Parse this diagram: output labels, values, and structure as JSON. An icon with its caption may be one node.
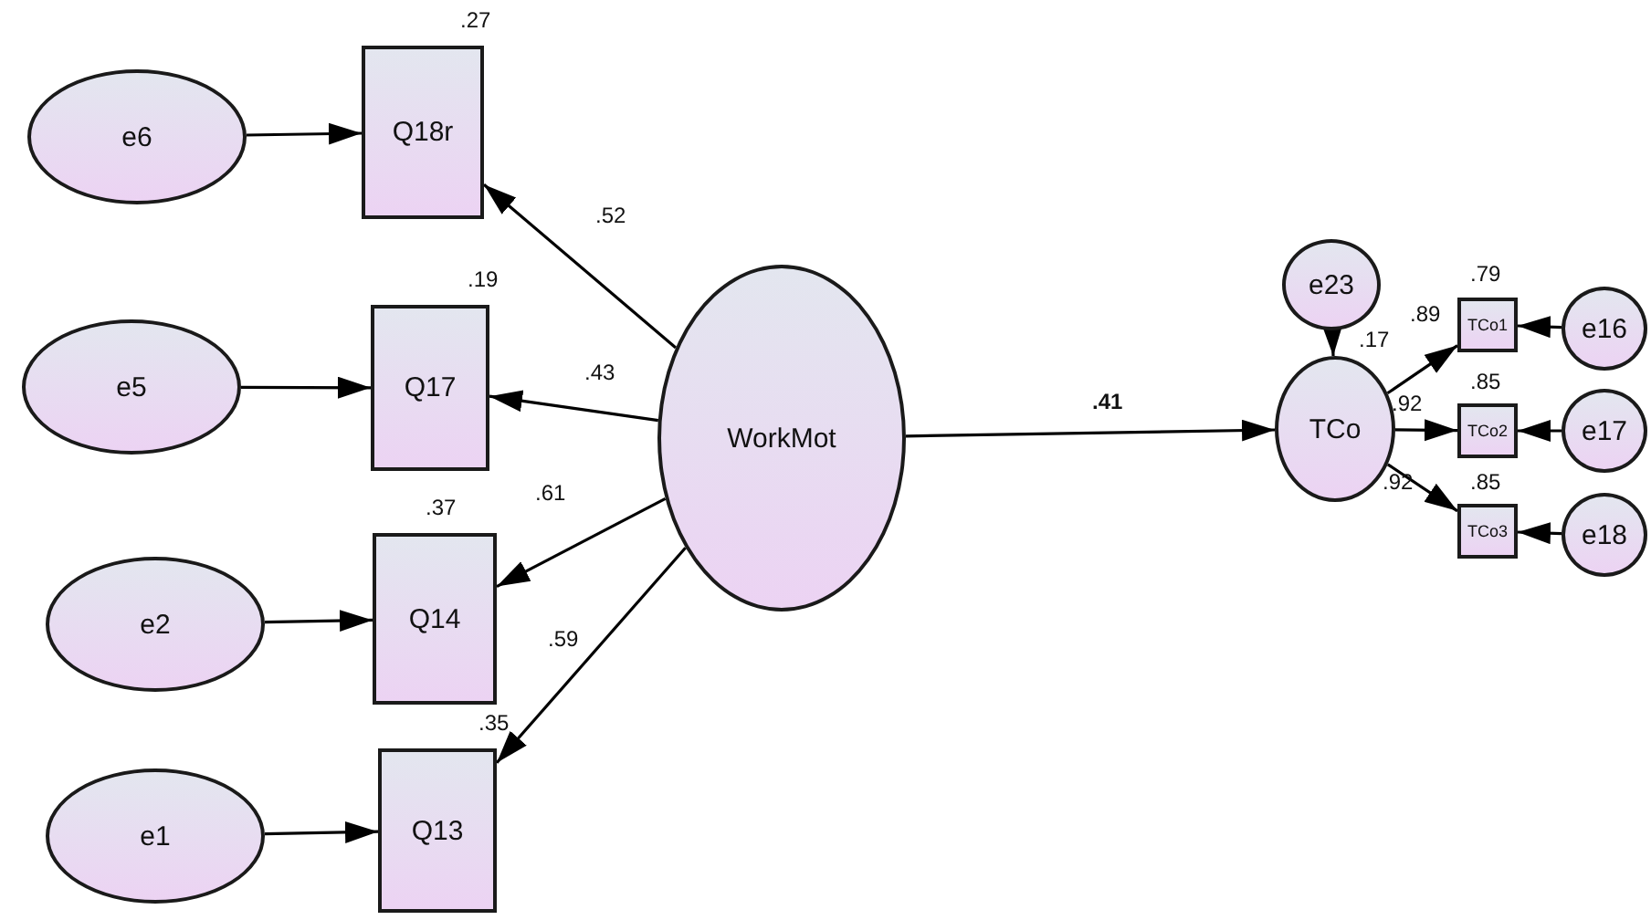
{
  "diagram": {
    "nodes": [
      {
        "text": [
          "e6"
        ]
      },
      {
        "text": [
          "Q18r"
        ],
        "beside": [
          ".27"
        ]
      },
      {
        "text": [
          "e5"
        ]
      },
      {
        "text": [
          "Q17"
        ],
        "beside": [
          ".19"
        ]
      },
      {
        "text": [
          "e2"
        ]
      },
      {
        "text": [
          "Q14"
        ],
        "beside": [
          ".37"
        ]
      },
      {
        "text": [
          "e1"
        ]
      },
      {
        "text": [
          "Q13"
        ],
        "beside": [
          ".35"
        ]
      },
      {
        "text": [
          "WorkMot"
        ]
      },
      {
        "text": [
          "e23"
        ]
      },
      {
        "text": [
          "TCo"
        ],
        "beside": [
          ".17"
        ]
      },
      {
        "text": [
          "TCo1"
        ],
        "beside": [
          ".79"
        ]
      },
      {
        "text": [
          "e16"
        ]
      },
      {
        "text": [
          "TCo2"
        ],
        "beside": [
          ".85"
        ]
      },
      {
        "text": [
          "e17"
        ]
      },
      {
        "text": [
          "TCo3"
        ],
        "beside": [
          ".85"
        ]
      },
      {
        "text": [
          "e18"
        ]
      }
    ],
    "edges": [
      {
        "from": 0,
        "to": 1,
        "arrow": "to"
      },
      {
        "from": 2,
        "to": 3,
        "arrow": "to"
      },
      {
        "from": 4,
        "to": 5,
        "arrow": "to"
      },
      {
        "from": 6,
        "to": 7,
        "arrow": "to"
      },
      {
        "from": 8,
        "to": 1,
        "arrow": "to",
        "label": ".52"
      },
      {
        "from": 8,
        "to": 3,
        "arrow": "to",
        "label": ".43"
      },
      {
        "from": 8,
        "to": 5,
        "arrow": "to",
        "label": ".61"
      },
      {
        "from": 8,
        "to": 7,
        "arrow": "to",
        "label": ".59"
      },
      {
        "from": 8,
        "to": 10,
        "arrow": "to",
        "label": ".41"
      },
      {
        "from": 9,
        "to": 10,
        "arrow": "to"
      },
      {
        "from": 10,
        "to": 11,
        "arrow": "to",
        "label": ".89"
      },
      {
        "from": 10,
        "to": 13,
        "arrow": "to",
        "label": ".92"
      },
      {
        "from": 10,
        "to": 15,
        "arrow": "to",
        "label": ".92"
      },
      {
        "from": 12,
        "to": 11,
        "arrow": "to"
      },
      {
        "from": 14,
        "to": 13,
        "arrow": "to"
      },
      {
        "from": 16,
        "to": 15,
        "arrow": "to"
      }
    ]
  }
}
